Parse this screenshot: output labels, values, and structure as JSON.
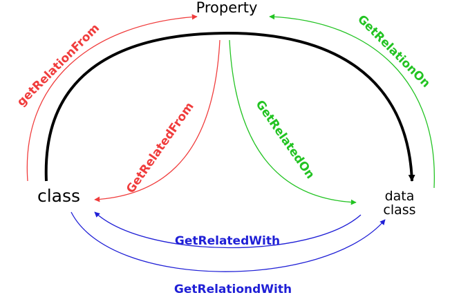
{
  "nodes": {
    "property": "Property",
    "class": "class",
    "data_class_line1": "data",
    "data_class_line2": "class"
  },
  "edges": {
    "get_relation_from": "getRelationFrom",
    "get_relation_on": "GetRelationOn",
    "get_related_from": "GetRelatedFrom",
    "get_related_on": "GetRelatedOn",
    "get_related_with": "GetRelatedWith",
    "get_relationd_with": "GetRelationdWith"
  },
  "colors": {
    "red": "#f03c3c",
    "green": "#22c322",
    "blue": "#1f1fd6",
    "black": "#000000"
  }
}
